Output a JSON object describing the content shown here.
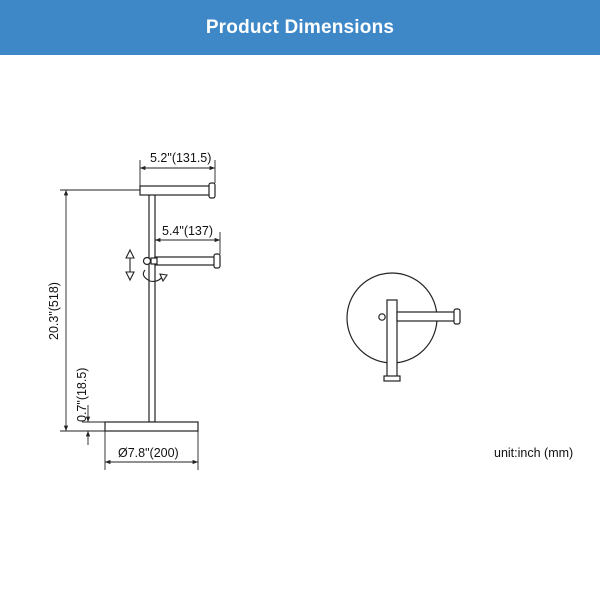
{
  "header": {
    "title": "Product Dimensions",
    "background_color": "#3f88c8",
    "text_color": "#ffffff"
  },
  "dimensions": {
    "top_arm_width": "5.2\"(131.5)",
    "lower_arm_width": "5.4\"(137)",
    "total_height": "20.3\"(518)",
    "base_thickness": "0.7\"(18.5)",
    "base_diameter": "Ø7.8\"(200)"
  },
  "unit_note": "unit:inch (mm)",
  "icons": [
    "height-adjust-arrow-icon",
    "rotate-arrow-icon"
  ]
}
